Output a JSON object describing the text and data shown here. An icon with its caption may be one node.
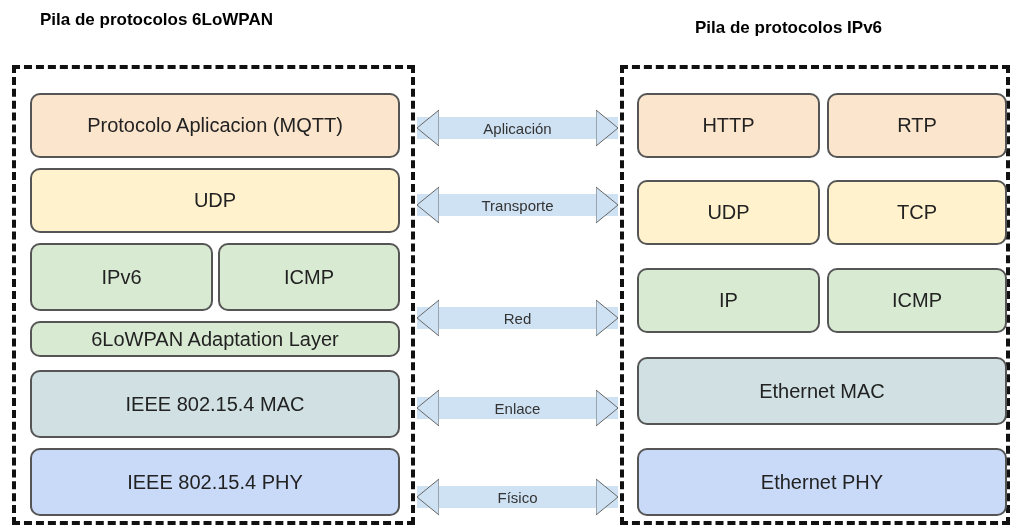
{
  "diagram": {
    "nodes": [
      {
        "text": [
          "Pila de protocolos 6LoWPAN"
        ]
      },
      {
        "text": [
          "Protocolo Aplicacion (MQTT)"
        ],
        "in": 0
      },
      {
        "text": [
          "UDP"
        ],
        "in": 0
      },
      {
        "text": [
          "IPv6"
        ],
        "in": 0
      },
      {
        "text": [
          "ICMP"
        ],
        "in": 0
      },
      {
        "text": [
          "6LoWPAN Adaptation Layer"
        ],
        "in": 0
      },
      {
        "text": [
          "IEEE 802.15.4 MAC"
        ],
        "in": 0
      },
      {
        "text": [
          "IEEE 802.15.4 PHY"
        ],
        "in": 0
      },
      {
        "text": [
          "Pila de protocolos IPv6"
        ]
      },
      {
        "text": [
          "HTTP"
        ],
        "in": 8
      },
      {
        "text": [
          "RTP"
        ],
        "in": 8
      },
      {
        "text": [
          "UDP"
        ],
        "in": 8
      },
      {
        "text": [
          "TCP"
        ],
        "in": 8
      },
      {
        "text": [
          "IP"
        ],
        "in": 8
      },
      {
        "text": [
          "ICMP"
        ],
        "in": 8
      },
      {
        "text": [
          "Ethernet MAC"
        ],
        "in": 8
      },
      {
        "text": [
          "Ethernet PHY"
        ],
        "in": 8
      }
    ],
    "edges": [
      {
        "from": 0,
        "to": 8,
        "arrow": "both",
        "label": "Aplicación"
      },
      {
        "from": 0,
        "to": 8,
        "arrow": "both",
        "label": "Transporte"
      },
      {
        "from": 0,
        "to": 8,
        "arrow": "both",
        "label": "Red"
      },
      {
        "from": 0,
        "to": 8,
        "arrow": "both",
        "label": "Enlace"
      },
      {
        "from": 0,
        "to": 8,
        "arrow": "both",
        "label": "Físico"
      }
    ]
  }
}
